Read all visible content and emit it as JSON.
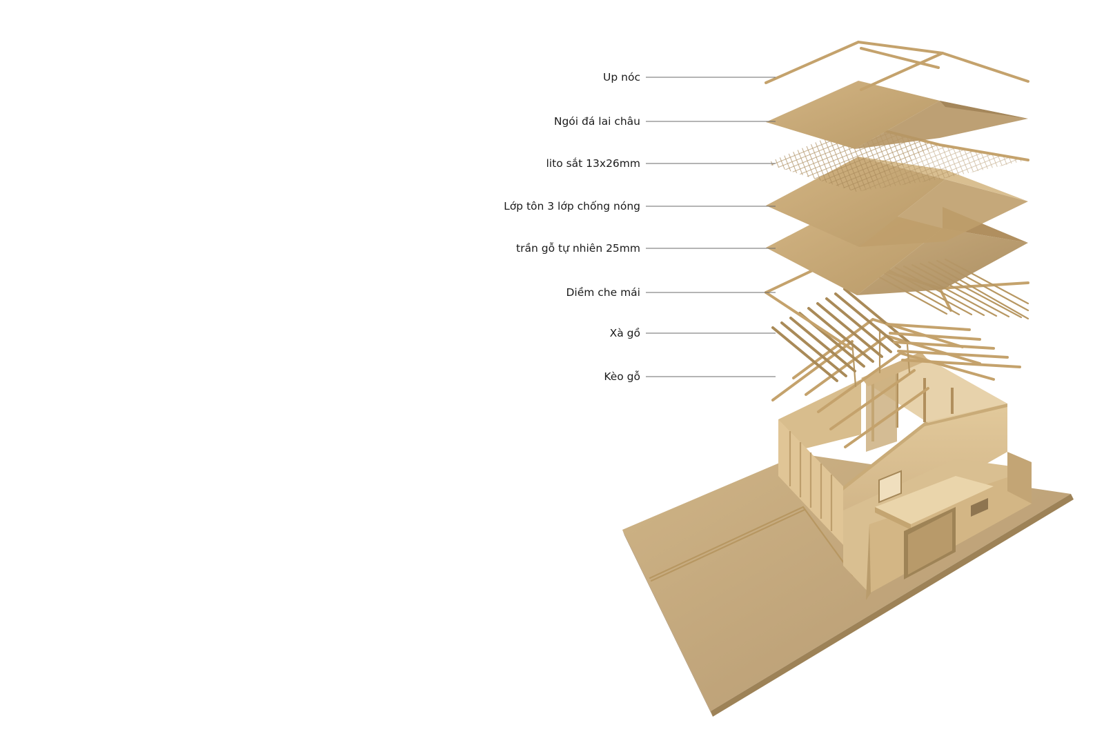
{
  "layers": [
    {
      "id": "up-noc",
      "label": "Up nóc"
    },
    {
      "id": "ngoi",
      "label": "Ngói đá lai châu"
    },
    {
      "id": "lito",
      "label": "lito sắt 13x26mm"
    },
    {
      "id": "ton",
      "label": "Lớp tôn 3 lớp chống nóng"
    },
    {
      "id": "tran-go",
      "label": "trần gỗ tự nhiên 25mm"
    },
    {
      "id": "diem",
      "label": "Diềm che mái"
    },
    {
      "id": "xa-go",
      "label": "Xà gồ"
    },
    {
      "id": "keo-go",
      "label": "Kèo gỗ"
    }
  ],
  "colors": {
    "wood_light": "#d9bd8c",
    "wood_mid": "#c6a774",
    "wood_dark": "#a9895a",
    "ground": "#c8ad7f",
    "leader": "#6a6a6a"
  }
}
